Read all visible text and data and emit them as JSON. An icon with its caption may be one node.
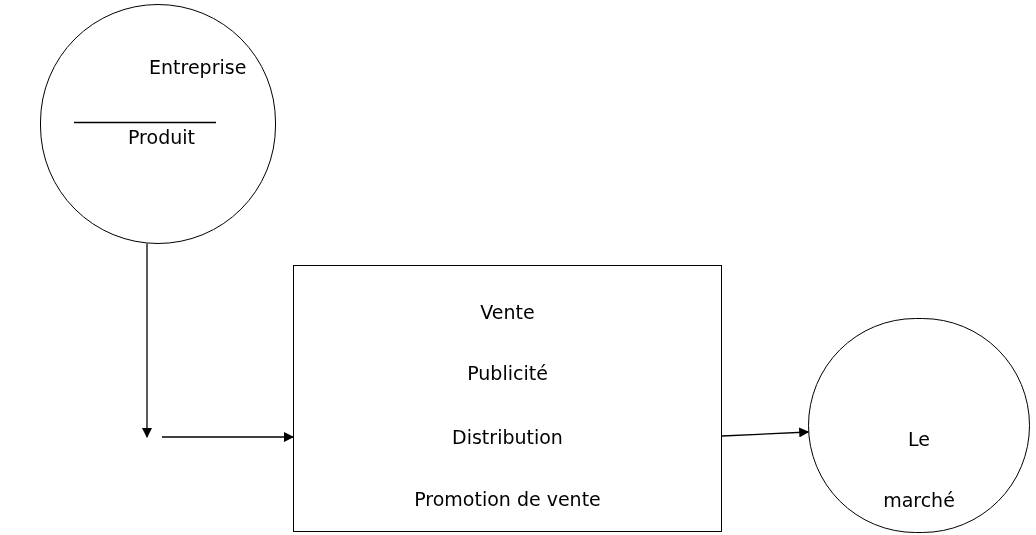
{
  "diagram": {
    "nodes": [
      {
        "text": [
          "Entreprise",
          "Produit"
        ]
      },
      {
        "text": [
          "Vente",
          "Publicité",
          "Distribution",
          "Promotion de vente"
        ]
      },
      {
        "text": [
          "Le",
          "marché"
        ]
      }
    ],
    "edges": [
      {
        "from": 0,
        "to": null,
        "arrow": "to"
      },
      {
        "from": null,
        "to": 1,
        "arrow": "to"
      },
      {
        "from": 1,
        "to": 2,
        "arrow": "to"
      }
    ]
  }
}
